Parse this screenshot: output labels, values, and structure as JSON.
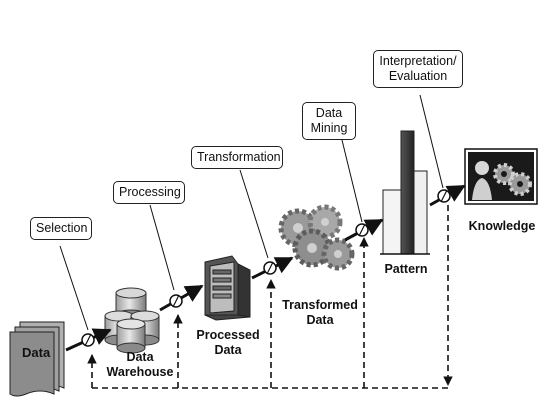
{
  "stages": {
    "data": "Data",
    "warehouse_line1": "Data",
    "warehouse_line2": "Warehouse",
    "processed_line1": "Processed",
    "processed_line2": "Data",
    "transformed_line1": "Transformed",
    "transformed_line2": "Data",
    "pattern": "Pattern",
    "knowledge": "Knowledge"
  },
  "steps": {
    "selection": "Selection",
    "processing": "Processing",
    "transformation": "Transformation",
    "mining_line1": "Data",
    "mining_line2": "Mining",
    "interpretation_line1": "Interpretation/",
    "interpretation_line2": "Evaluation"
  },
  "colors": {
    "ink": "#111111",
    "gear_gray": "#9a9a9a",
    "doc_gray": "#8c8c8c"
  }
}
